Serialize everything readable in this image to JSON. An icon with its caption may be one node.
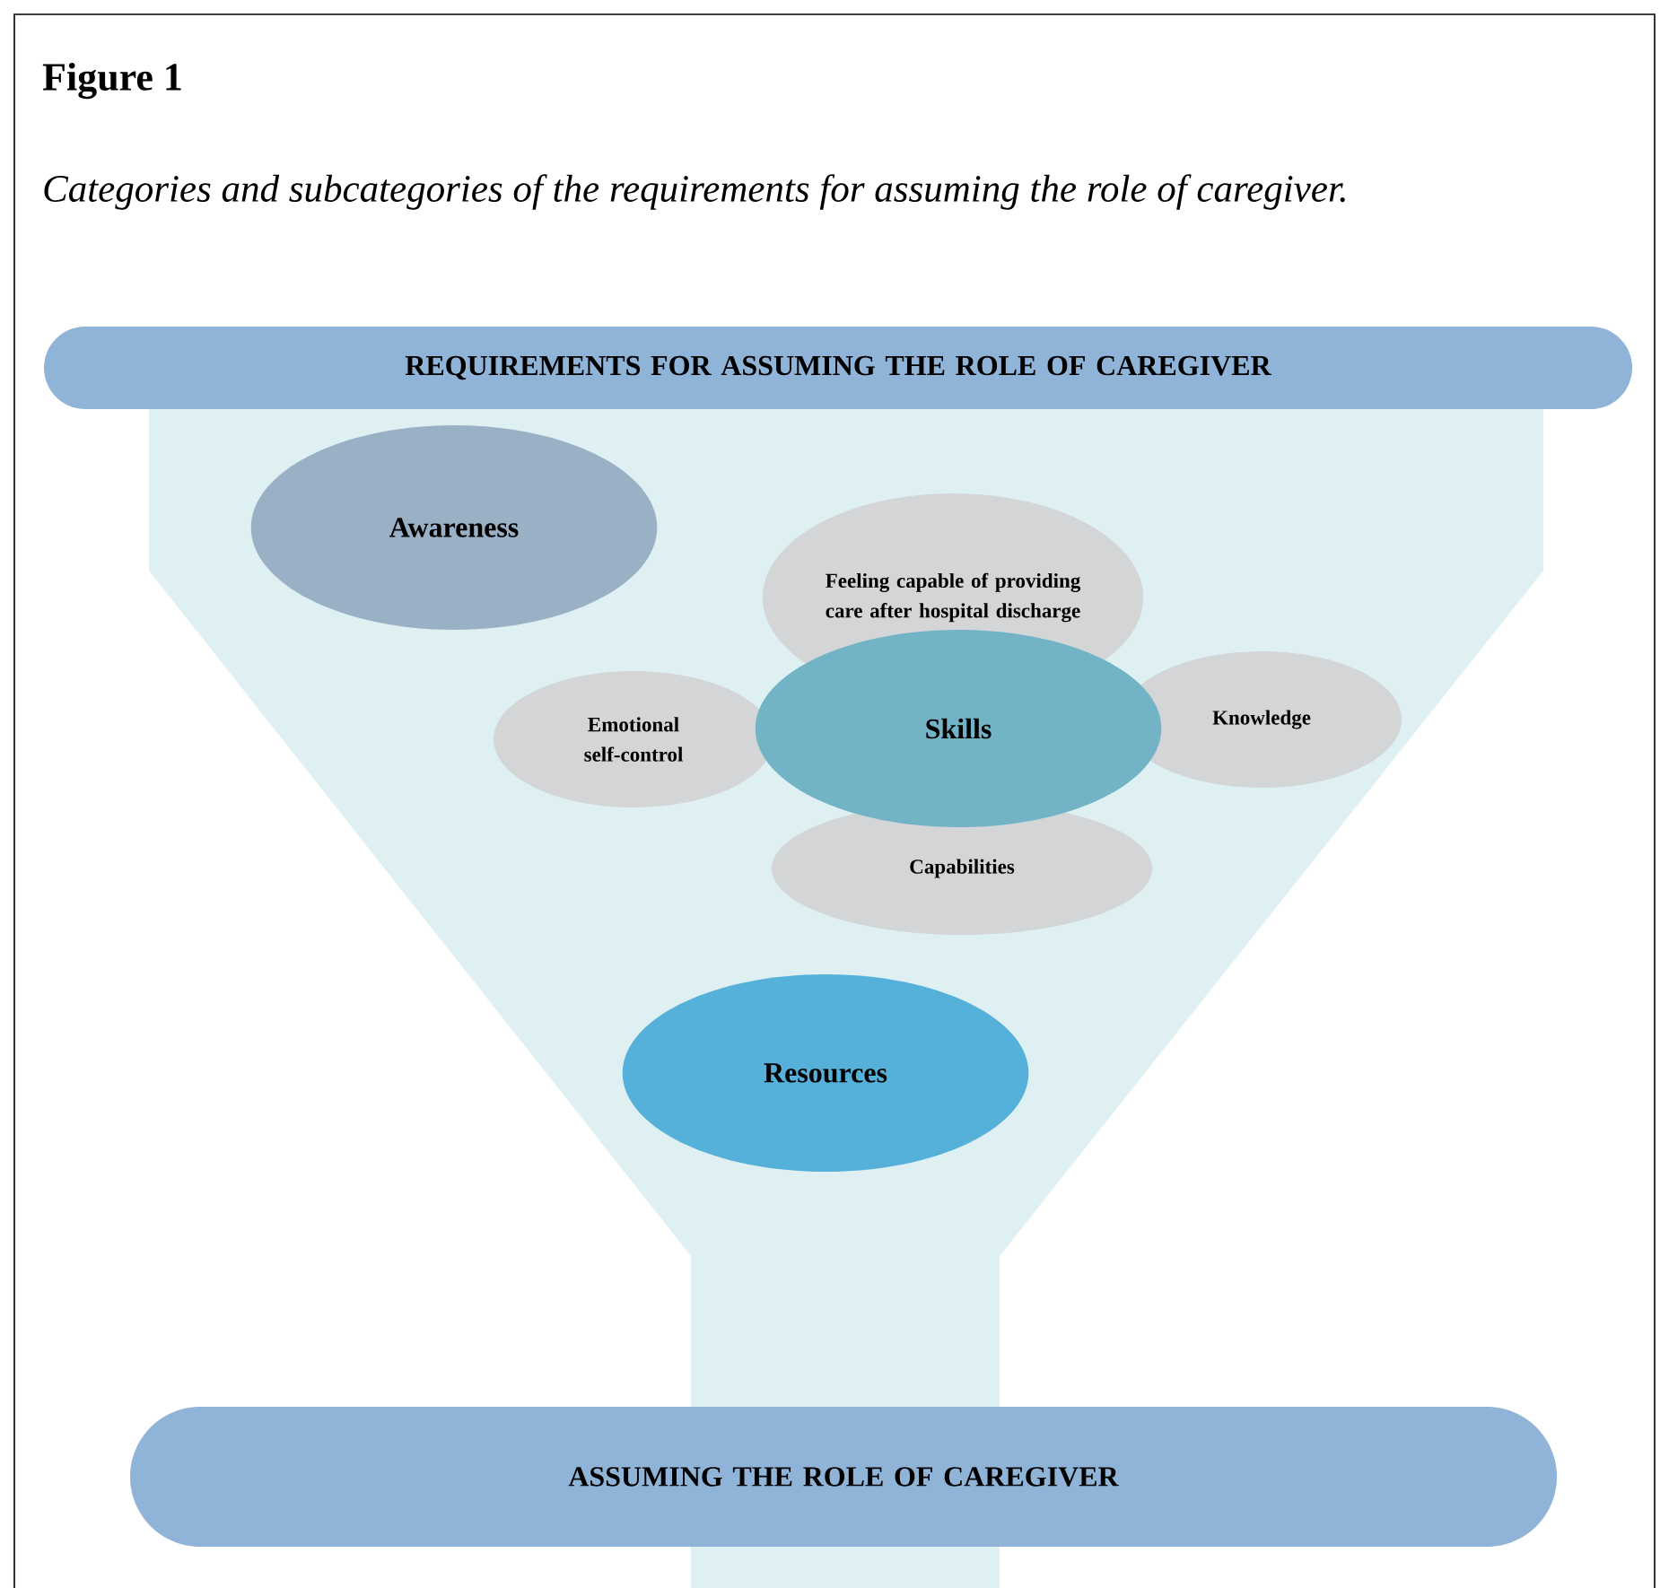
{
  "diagram": {
    "title": "Figure 1",
    "caption": "Categories and subcategories of the requirements for assuming the role of caregiver.",
    "nodes": [
      {
        "text": [
          "REQUIREMENTS FOR ASSUMING THE ROLE OF CAREGIVER"
        ]
      },
      {
        "text": [
          "Awareness"
        ]
      },
      {
        "text": [
          "Feeling capable of providing care after hospital discharge"
        ]
      },
      {
        "text": [
          "Emotional self-control"
        ]
      },
      {
        "text": [
          "Skills"
        ]
      },
      {
        "text": [
          "Knowledge"
        ]
      },
      {
        "text": [
          "Capabilities"
        ]
      },
      {
        "text": [
          "Resources"
        ]
      },
      {
        "text": [
          "ASSUMING THE ROLE OF CAREGIVER"
        ]
      }
    ]
  }
}
